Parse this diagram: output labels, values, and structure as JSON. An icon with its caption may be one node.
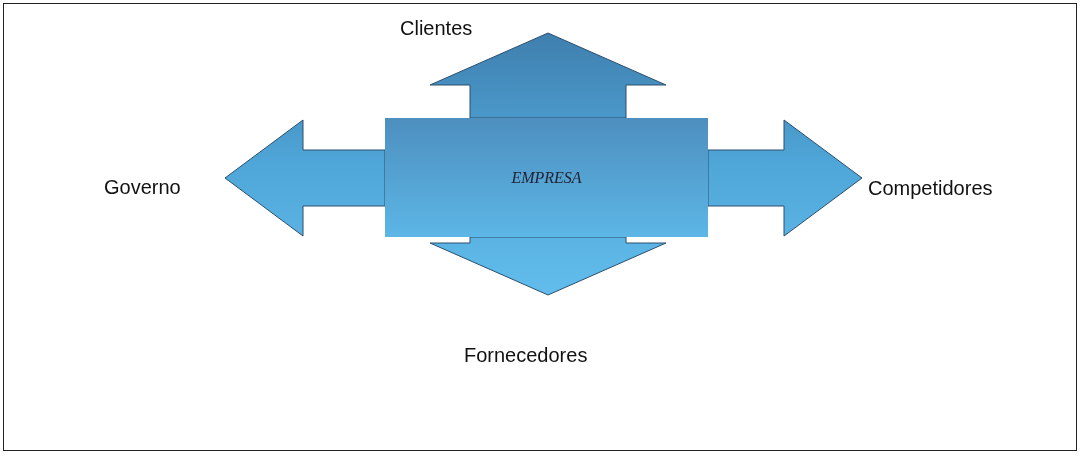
{
  "diagram": {
    "nodes": [
      {
        "text": [
          "EMPRESA"
        ]
      },
      {
        "text": [
          "Clientes"
        ]
      },
      {
        "text": [
          "Governo"
        ]
      },
      {
        "text": [
          "Competidores"
        ]
      },
      {
        "text": [
          "Fornecedores"
        ]
      }
    ],
    "edges": [
      {
        "from": 0,
        "to": 1,
        "arrow": "to",
        "style": "thick"
      },
      {
        "from": 0,
        "to": 2,
        "arrow": "to",
        "style": "thick"
      },
      {
        "from": 0,
        "to": 3,
        "arrow": "to",
        "style": "thick"
      },
      {
        "from": 0,
        "to": 4,
        "arrow": "to",
        "style": "thick"
      }
    ]
  }
}
